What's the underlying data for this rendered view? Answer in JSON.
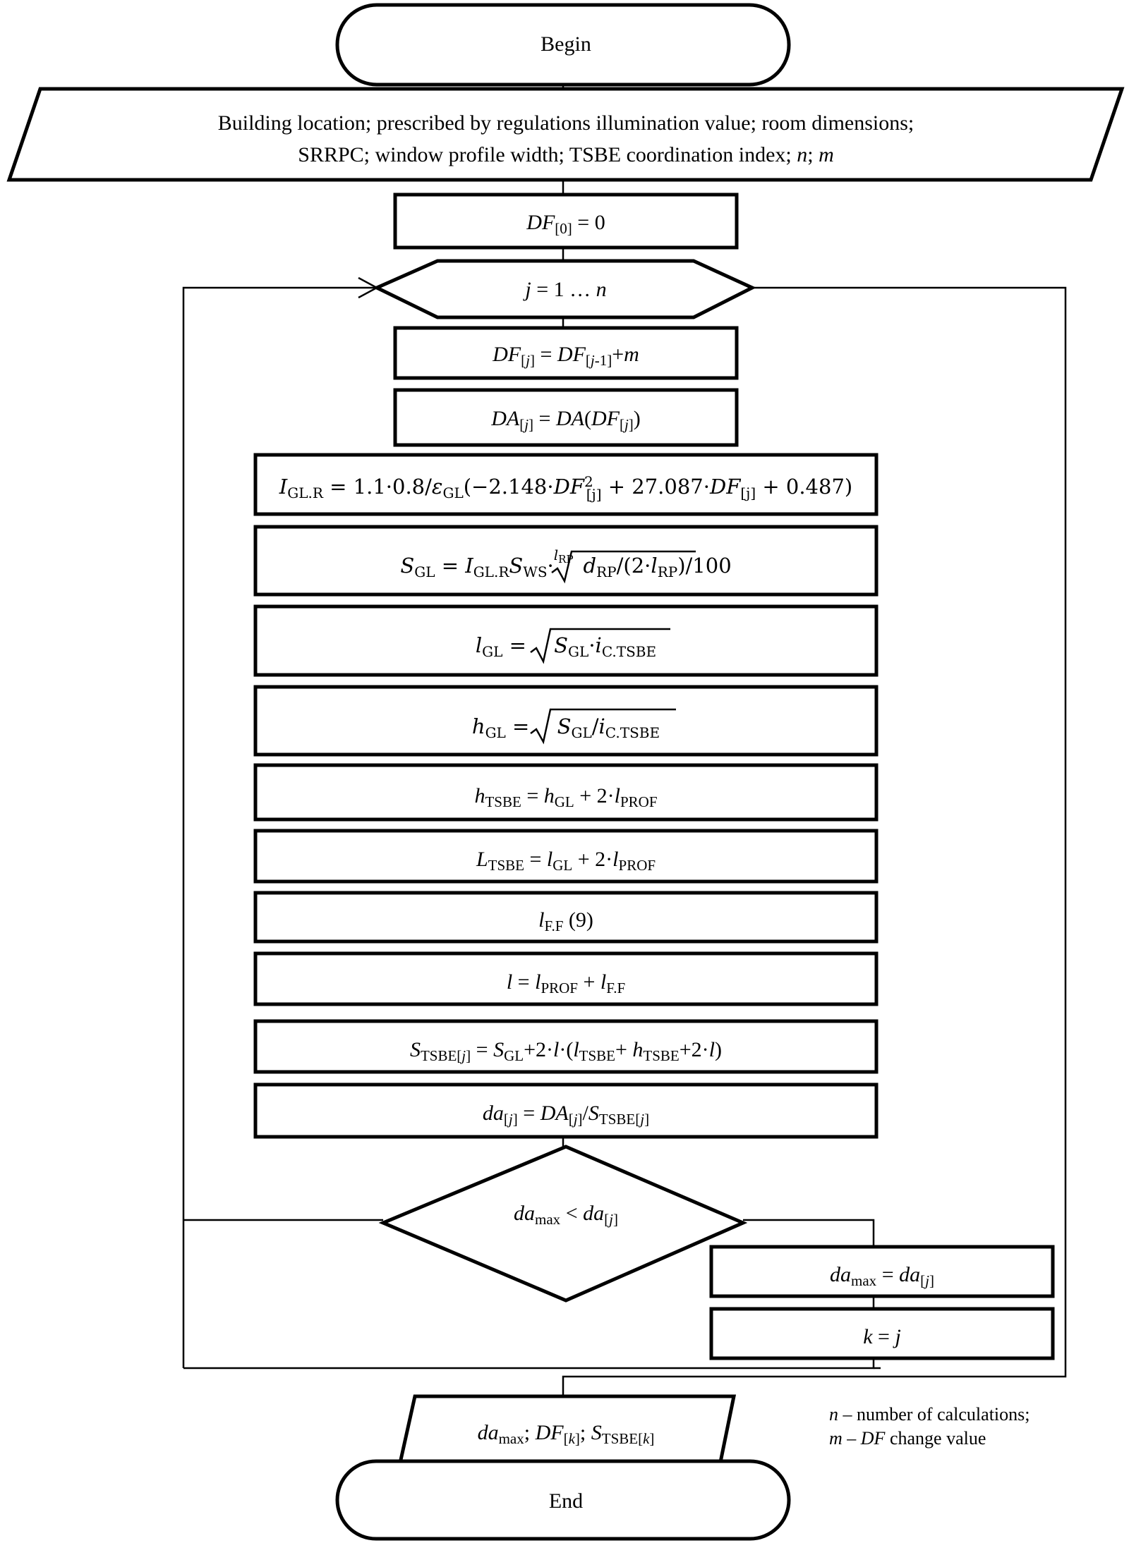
{
  "begin": "Begin",
  "end": "End",
  "input": {
    "line1": "Building location; prescribed by regulations illumination value; room dimensions;",
    "line2_a": "SRRPC; window profile width; TSBE coordination index; ",
    "n": "n",
    "sep": "; ",
    "m": "m"
  },
  "init": {
    "v": "DF",
    "sub": "[0]",
    "rest": " = 0"
  },
  "loop": {
    "j": "j",
    "eq": " = 1 … ",
    "n": "n"
  },
  "step1": {
    "a": "DF",
    "s1": "[",
    "j1": "j",
    "e1": "]",
    "eq": " = ",
    "b": "DF",
    "s2": "[",
    "j2": "j",
    "e2": "-1]",
    "plus": "+",
    "m": "m"
  },
  "step2": {
    "a": "DA",
    "s1": "[",
    "j1": "j",
    "e1": "]",
    "eq": " = ",
    "b": "DA",
    "p": "(",
    "c": "DF",
    "s2": "[",
    "j2": "j",
    "e2": "]",
    "cl": ")"
  },
  "step3": {
    "I": "I",
    "sub": "GL.R",
    "eq": " = 1.1·0.8/",
    "eps": "ε",
    "epssub": "GL",
    "open": "(−2.148·",
    "df1": "DF",
    "sup": "2",
    "jsub": "[j]",
    "mid": " + 27.087·",
    "df2": "DF",
    "jsub2": "[j]",
    "tail": " + 0.487)"
  },
  "step4": {
    "S": "S",
    "sub": "GL",
    "eq": " = ",
    "I": "I",
    "isub": "GL.R",
    "dot": "·",
    "S2": "S",
    "ssub": "WS",
    "dot2": "·",
    "idx": "l",
    "idxsub": "RP",
    "d": "d",
    "dsub": "RP",
    "mid": "/(2·",
    "l": "l",
    "lsub": "RP",
    "tail": ")/100"
  },
  "step5": {
    "l": "l",
    "sub": "GL",
    "eq": " = ",
    "S": "S",
    "ssub": "GL",
    "dot": "·",
    "i": "i",
    "isub": "C.TSBE"
  },
  "step6": {
    "h": "h",
    "sub": "GL",
    "eq": " = ",
    "S": "S",
    "ssub": "GL",
    "slash": "/",
    "i": "i",
    "isub": "C.TSBE"
  },
  "step7": {
    "h": "h",
    "sub": "TSBE",
    "eq": " = ",
    "h2": "h",
    "sub2": "GL",
    "rest": " + 2·",
    "l": "l",
    "lsub": "PROF"
  },
  "step8": {
    "L": "L",
    "sub": "TSBE",
    "eq": " = ",
    "l": "l",
    "sub2": "GL",
    "rest": " + 2·",
    "l2": "l",
    "lsub": "PROF"
  },
  "step9": {
    "l": "l",
    "sub": "F.F",
    "rest": " (9)"
  },
  "step10": {
    "l": "l",
    "eq": " = ",
    "l2": "l",
    "sub": "PROF",
    "plus": " + ",
    "l3": "l",
    "sub2": "F.F"
  },
  "step11": {
    "S": "S",
    "sub": "TSBE[",
    "j": "j",
    "subend": "]",
    "eq": " = ",
    "S2": "S",
    "sub2": "GL",
    "mid": "+2·",
    "l": "l",
    "p": "·(",
    "l2": "l",
    "sub3": "TSBE",
    "plus": "+ ",
    "h": "h",
    "sub4": "TSBE",
    "two": "+2·",
    "l3": "l",
    "cl": ")"
  },
  "step12": {
    "da": "da",
    "s1": "[",
    "j": "j",
    "e1": "]",
    "eq": " = ",
    "DA": "DA",
    "s2": "[",
    "j2": "j",
    "e2": "]",
    "slash": "/",
    "S": "S",
    "sub": "TSBE[",
    "j3": "j",
    "subend": "]"
  },
  "decision": {
    "da": "da",
    "sub": "max",
    "lt": " < ",
    "da2": "da",
    "s1": "[",
    "j": "j",
    "e1": "]"
  },
  "assign1": {
    "da": "da",
    "sub": "max",
    "eq": " = ",
    "da2": "da",
    "s1": "[",
    "j": "j",
    "e1": "]"
  },
  "assign2": {
    "k": "k",
    "eq": " = ",
    "j": "j"
  },
  "output": {
    "da": "da",
    "sub": "max",
    "sep1": "; ",
    "DF": "DF",
    "s1": "[",
    "k": "k",
    "e1": "]",
    "sep2": "; ",
    "S": "S",
    "sub2": "TSBE[",
    "k2": "k",
    "e2": "]"
  },
  "legend": {
    "n": "n",
    "line1": " – number of calculations;",
    "m": "m",
    "dash": " – ",
    "DF": "DF",
    "line2": " change value"
  }
}
